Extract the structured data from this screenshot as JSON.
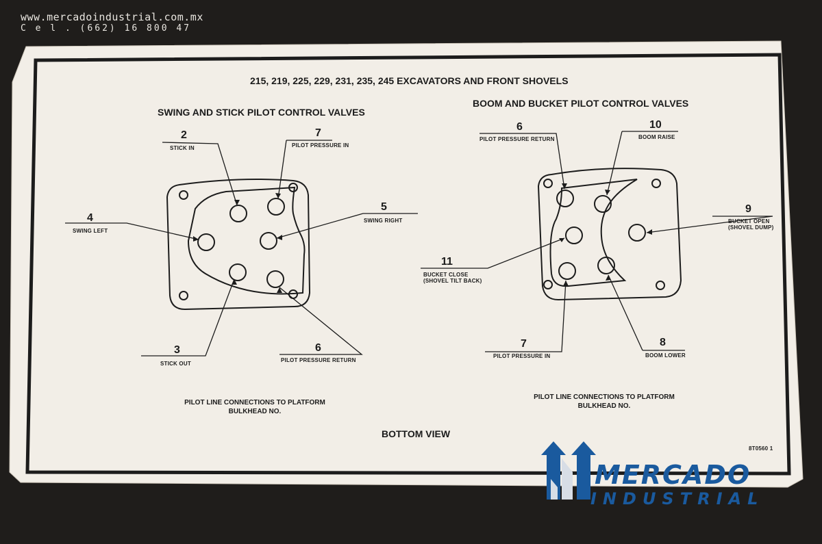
{
  "watermark": {
    "url": "www.mercadoindustrial.com.mx",
    "phone": "C e l .  (662) 16 800 47"
  },
  "sheet": {
    "title": "215, 219, 225, 229, 231, 235, 245 EXCAVATORS AND FRONT SHOVELS",
    "left_heading": "SWING AND STICK PILOT CONTROL VALVES",
    "right_heading": "BOOM AND BUCKET PILOT CONTROL VALVES",
    "left_note_line1": "PILOT LINE CONNECTIONS TO PLATFORM",
    "left_note_line2": "BULKHEAD NO.",
    "right_note_line1": "PILOT LINE CONNECTIONS TO PLATFORM",
    "right_note_line2": "BULKHEAD NO.",
    "bottom_view": "BOTTOM VIEW",
    "part_no": "8T0560  1"
  },
  "left_valve": {
    "ports": [
      {
        "num": "2",
        "label": "STICK IN"
      },
      {
        "num": "7",
        "label": "PILOT PRESSURE IN"
      },
      {
        "num": "4",
        "label": "SWING LEFT"
      },
      {
        "num": "5",
        "label": "SWING RIGHT"
      },
      {
        "num": "3",
        "label": "STICK OUT"
      },
      {
        "num": "6",
        "label": "PILOT PRESSURE RETURN"
      }
    ]
  },
  "right_valve": {
    "ports": [
      {
        "num": "6",
        "label": "PILOT PRESSURE RETURN"
      },
      {
        "num": "10",
        "label": "BOOM RAISE"
      },
      {
        "num": "9",
        "label_line1": "BUCKET OPEN",
        "label_line2": "(SHOVEL DUMP)"
      },
      {
        "num": "11",
        "label_line1": "BUCKET CLOSE",
        "label_line2": "(SHOVEL TILT BACK)"
      },
      {
        "num": "7",
        "label": "PILOT PRESSURE IN"
      },
      {
        "num": "8",
        "label": "BOOM LOWER"
      }
    ]
  },
  "brand": {
    "name_line1": "MERCADO",
    "name_line2": "INDUSTRIAL",
    "color": "#1a5a9e"
  }
}
